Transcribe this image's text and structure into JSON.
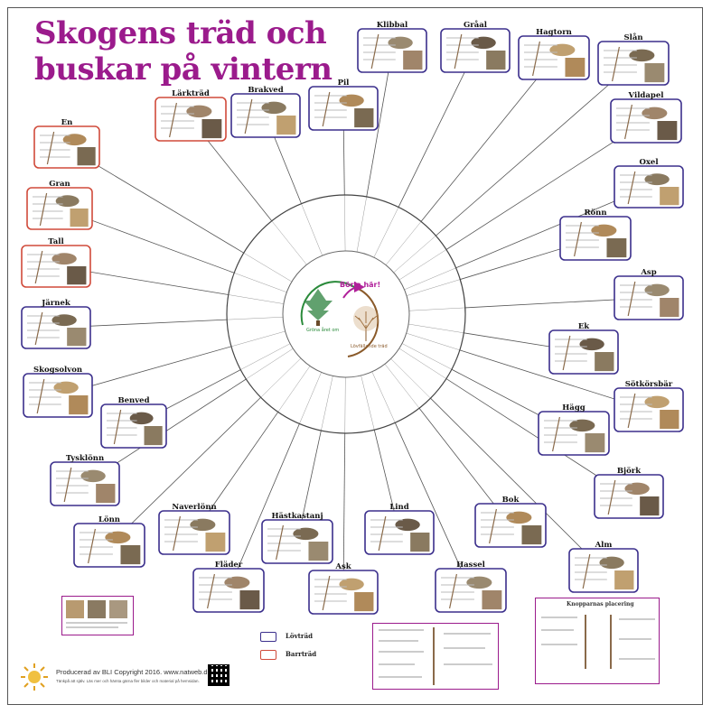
{
  "title_line1": "Skogens träd och",
  "title_line2": "buskar på vintern",
  "colors": {
    "title": "#9b1b8c",
    "deciduous_border": "#3b2f8c",
    "conifer_border": "#d04a3a",
    "circle_green": "#2a8a3a",
    "circle_brown": "#8a5a2a",
    "center_magenta": "#b0209a"
  },
  "center": {
    "start_label": "Börja här!",
    "conifer_label": "Gröna året om",
    "deciduous_label": "Lövfällande träd"
  },
  "trees": [
    {
      "name": "En",
      "type": "conifer"
    },
    {
      "name": "Gran",
      "type": "conifer"
    },
    {
      "name": "Tall",
      "type": "conifer"
    },
    {
      "name": "Järnek",
      "type": "deciduous"
    },
    {
      "name": "Skogsolvon",
      "type": "deciduous"
    },
    {
      "name": "Benved",
      "type": "deciduous"
    },
    {
      "name": "Tysklönn",
      "type": "deciduous"
    },
    {
      "name": "Lönn",
      "type": "deciduous"
    },
    {
      "name": "Naverlönn",
      "type": "deciduous"
    },
    {
      "name": "Fläder",
      "type": "deciduous"
    },
    {
      "name": "Hästkastanj",
      "type": "deciduous"
    },
    {
      "name": "Ask",
      "type": "deciduous"
    },
    {
      "name": "Lind",
      "type": "deciduous"
    },
    {
      "name": "Hassel",
      "type": "deciduous"
    },
    {
      "name": "Bok",
      "type": "deciduous"
    },
    {
      "name": "Alm",
      "type": "deciduous"
    },
    {
      "name": "Björk",
      "type": "deciduous"
    },
    {
      "name": "Hägg",
      "type": "deciduous"
    },
    {
      "name": "Sötkörsbär",
      "type": "deciduous"
    },
    {
      "name": "Ek",
      "type": "deciduous"
    },
    {
      "name": "Asp",
      "type": "deciduous"
    },
    {
      "name": "Rönn",
      "type": "deciduous"
    },
    {
      "name": "Oxel",
      "type": "deciduous"
    },
    {
      "name": "Vildapel",
      "type": "deciduous"
    },
    {
      "name": "Slån",
      "type": "deciduous"
    },
    {
      "name": "Hagtorn",
      "type": "deciduous"
    },
    {
      "name": "Gråal",
      "type": "deciduous"
    },
    {
      "name": "Klibbal",
      "type": "deciduous"
    },
    {
      "name": "Pil",
      "type": "deciduous"
    },
    {
      "name": "Brakved",
      "type": "deciduous"
    },
    {
      "name": "Lärkträd",
      "type": "conifer"
    }
  ],
  "legend": {
    "deciduous": "Lövträd",
    "conifer": "Barrträd"
  },
  "panels": {
    "bud_title": "Knopparnas placering"
  },
  "credit": "Producerad av BLI Copyright 2016. www.natweb.dk",
  "credit_small": "Tänkpå att själv. Läs mer och hämta gärna fler bilder och material på hemsidan."
}
